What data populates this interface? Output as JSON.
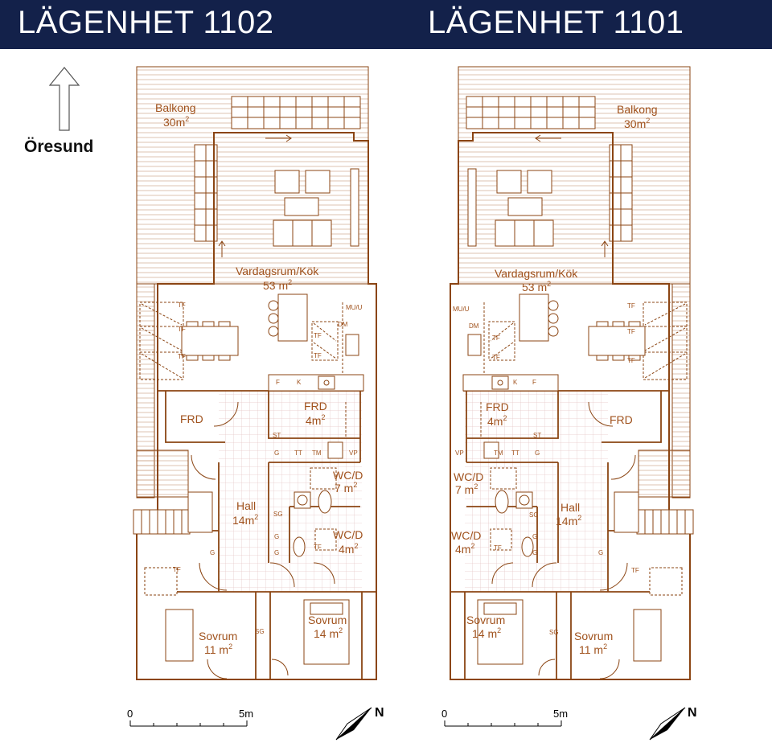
{
  "header": {
    "left_title": "LÄGENHET 1102",
    "right_title": "LÄGENHET 1101"
  },
  "orientation": {
    "sea_label": "Öresund"
  },
  "colors": {
    "header_bg": "#13214a",
    "header_text": "#ffffff",
    "wall": "#8b4513",
    "label": "#a0521d",
    "tile_grid": "#e6c9c9"
  },
  "apt_1102": {
    "balcony": {
      "name": "Balkong",
      "area": "30m",
      "sup": "2"
    },
    "living": {
      "name": "Vardagsrum/Kök",
      "area": "53 m",
      "sup": "2"
    },
    "frd_small": {
      "name": "FRD",
      "area": "4m",
      "sup": "2"
    },
    "frd_large": {
      "name": "FRD"
    },
    "hall": {
      "name": "Hall",
      "area": "14m",
      "sup": "2"
    },
    "wc_1": {
      "name": "WC/D",
      "area": "7 m",
      "sup": "2"
    },
    "wc_2": {
      "name": "WC/D",
      "area": "4m",
      "sup": "2"
    },
    "bedroom_small": {
      "name": "Sovrum",
      "area": "11 m",
      "sup": "2"
    },
    "bedroom_large": {
      "name": "Sovrum",
      "area": "14 m",
      "sup": "2"
    },
    "codes": {
      "mu": "MU/U",
      "dm": "DM",
      "tf": "TF",
      "f": "F",
      "k": "K",
      "st": "ST",
      "g": "G",
      "tt": "TT",
      "tm": "TM",
      "vp": "VP",
      "sg": "SG"
    }
  },
  "apt_1101": {
    "balcony": {
      "name": "Balkong",
      "area": "30m",
      "sup": "2"
    },
    "living": {
      "name": "Vardagsrum/Kök",
      "area": "53 m",
      "sup": "2"
    },
    "frd_small": {
      "name": "FRD",
      "area": "4m",
      "sup": "2"
    },
    "frd_large": {
      "name": "FRD"
    },
    "hall": {
      "name": "Hall",
      "area": "14m",
      "sup": "2"
    },
    "wc_1": {
      "name": "WC/D",
      "area": "7 m",
      "sup": "2"
    },
    "wc_2": {
      "name": "WC/D",
      "area": "4m",
      "sup": "2"
    },
    "bedroom_small": {
      "name": "Sovrum",
      "area": "11 m",
      "sup": "2"
    },
    "bedroom_large": {
      "name": "Sovrum",
      "area": "14 m",
      "sup": "2"
    },
    "codes": {
      "mu": "MU/U",
      "dm": "DM",
      "tf": "TF",
      "f": "F",
      "k": "K",
      "st": "ST",
      "g": "G",
      "tt": "TT",
      "tm": "TM",
      "vp": "VP",
      "sg": "SG"
    }
  },
  "scale_left": {
    "start": "0",
    "end": "5m"
  },
  "scale_right": {
    "start": "0",
    "end": "5m"
  },
  "north_left": {
    "label": "N"
  },
  "north_right": {
    "label": "N"
  }
}
